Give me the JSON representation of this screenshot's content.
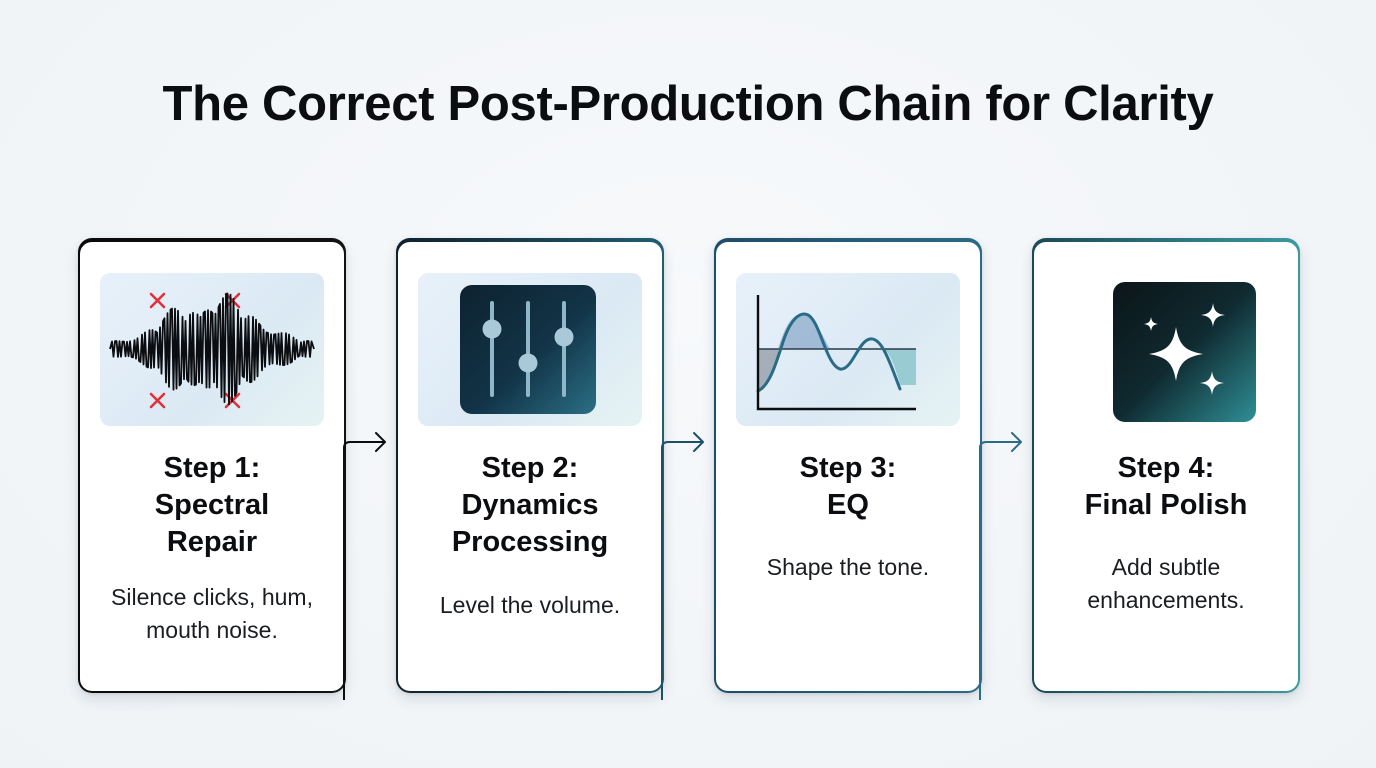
{
  "title": "The Correct Post-Production Chain for Clarity",
  "steps": [
    {
      "title_line1": "Step 1:",
      "title_line2": "Spectral",
      "title_line3": "Repair",
      "desc_line1": "Silence clicks, hum,",
      "desc_line2": "mouth noise.",
      "icon": "waveform-with-noise-marks-icon"
    },
    {
      "title_line1": "Step 2:",
      "title_line2": "Dynamics",
      "title_line3": "Processing",
      "desc_line1": "Level the volume.",
      "desc_line2": "",
      "icon": "sliders-icon"
    },
    {
      "title_line1": "Step 3:",
      "title_line2": "EQ",
      "title_line3": "",
      "desc_line1": "Shape the tone.",
      "desc_line2": "",
      "icon": "eq-curve-icon"
    },
    {
      "title_line1": "Step 4:",
      "title_line2": "Final Polish",
      "title_line3": "",
      "desc_line1": "Add subtle",
      "desc_line2": "enhancements.",
      "icon": "sparkles-icon"
    }
  ],
  "colors": {
    "noise_mark": "#e0303a",
    "accent_teal": "#2f8f96",
    "accent_navy": "#1e4c6a"
  }
}
